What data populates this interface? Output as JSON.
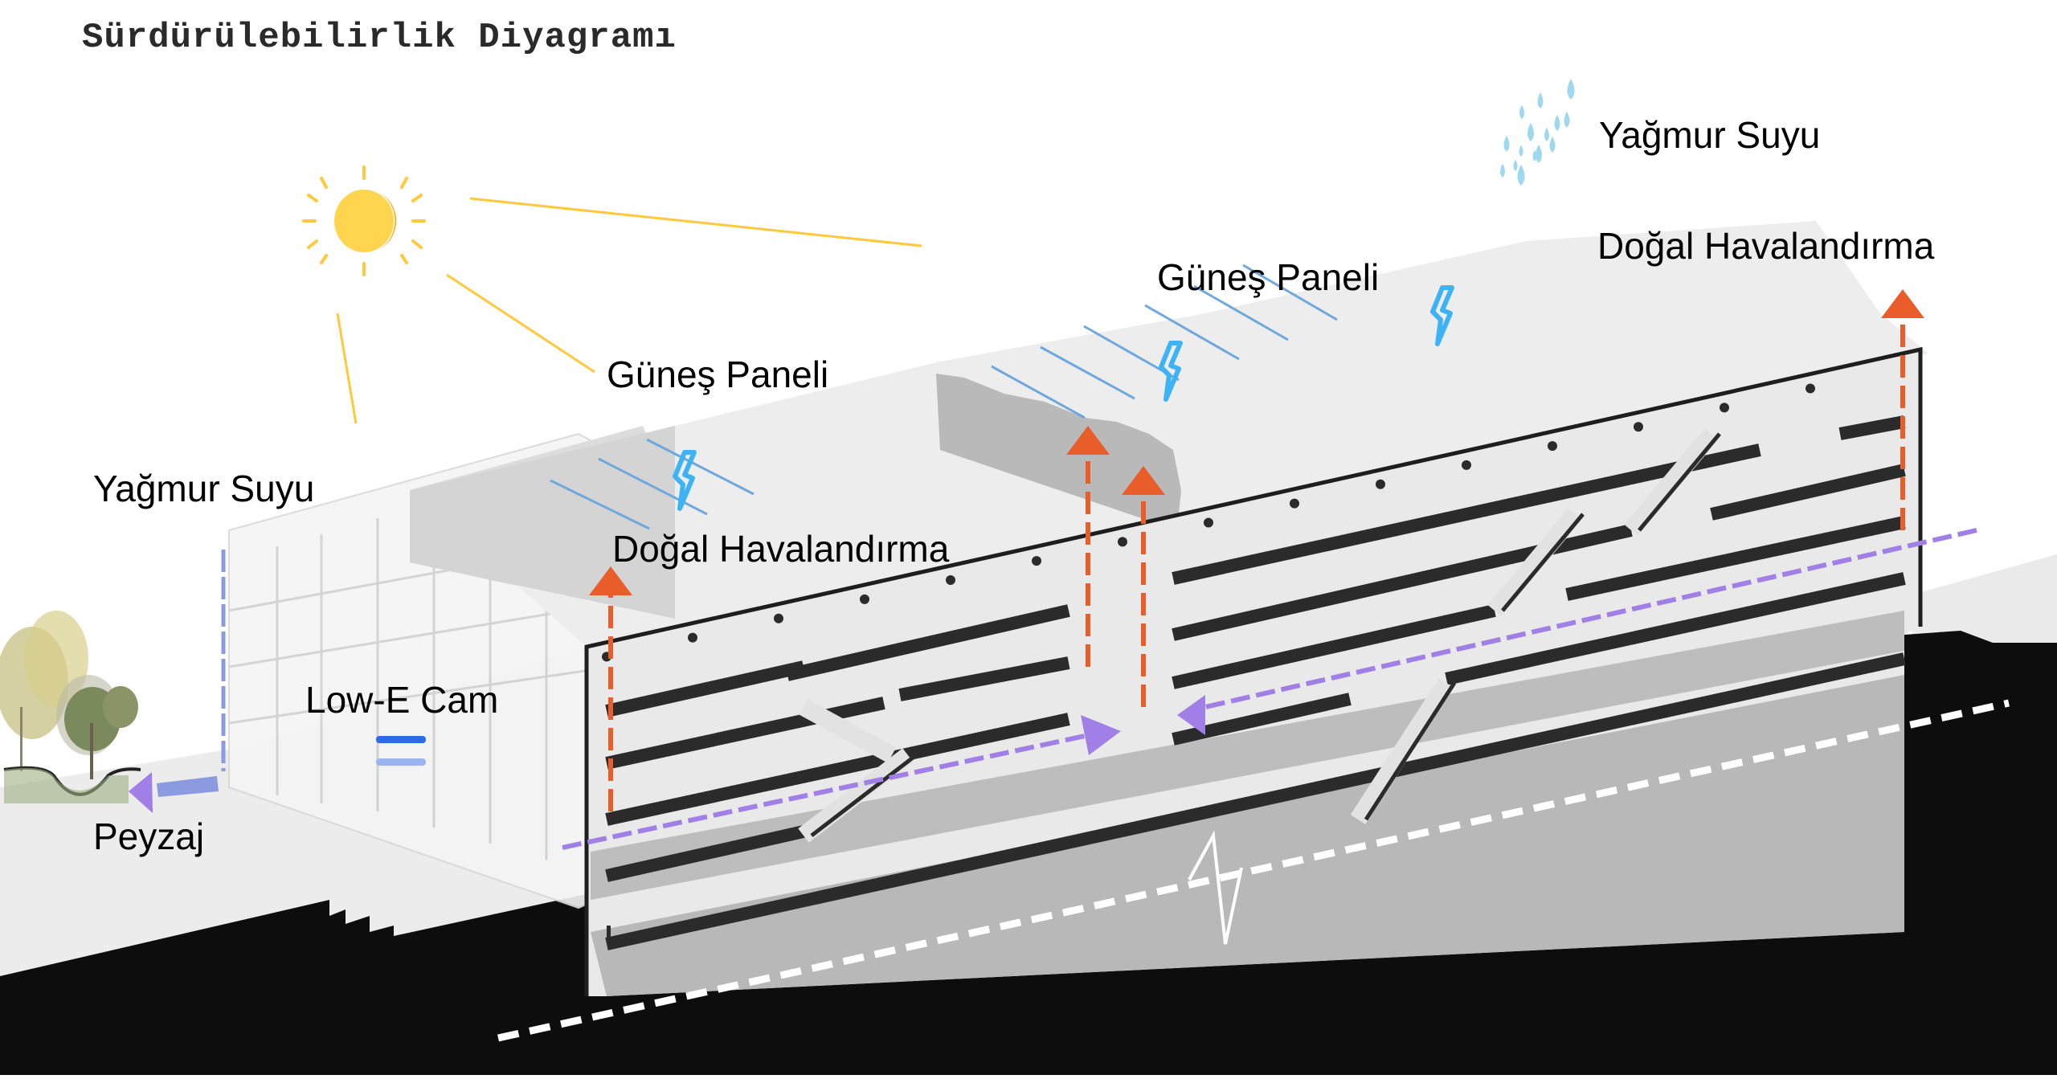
{
  "title": "Sürdürülebilirlik Diyagramı",
  "labels": {
    "solar_panel_left": "Güneş Paneli",
    "solar_panel_right": "Güneş Paneli",
    "natural_ventilation_left": "Doğal Havalandırma",
    "natural_ventilation_right": "Doğal Havalandırma",
    "rainwater_left": "Yağmur Suyu",
    "rainwater_right": "Yağmur Suyu",
    "low_e_glass": "Low-E Cam",
    "landscape": "Peyzaj"
  },
  "colors": {
    "sun": "#FFD54F",
    "sun_ray": "#FFC83D",
    "solar_line": "#6FA8DC",
    "lightning": "#3DB3F5",
    "ventilation_arrow": "#E85D2A",
    "airflow": "#A07FE6",
    "rain": "#9ED8F0",
    "rain_pipe": "#8C9BE0",
    "low_e_dark": "#2F6BE6",
    "low_e_light": "#9CB4EE",
    "ground": "#0D0D0D",
    "floor_slab": "#2B2B2B",
    "floor_fill": "#B8B8B8",
    "roof": "#EDEDED"
  },
  "icons": {
    "sun": "sun-icon",
    "rain": "rain-drops-icon",
    "lightning": "lightning-icon",
    "ventilation": "arrow-up-icon",
    "airflow": "arrow-right-icon",
    "landscape": "tree-icon"
  }
}
